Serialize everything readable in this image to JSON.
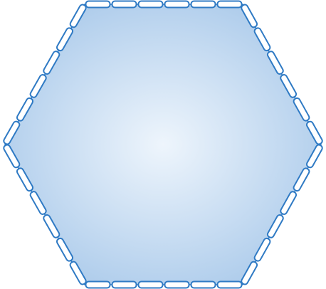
{
  "figure": {
    "shape": "hexagon",
    "orientation": "flat-top",
    "segments_per_side": 6,
    "colors": {
      "outline": "#2f7ac4",
      "segment_fill": "#ffffff",
      "fill_center": "#eef5fc",
      "fill_edge": "#a9c9ea"
    }
  }
}
